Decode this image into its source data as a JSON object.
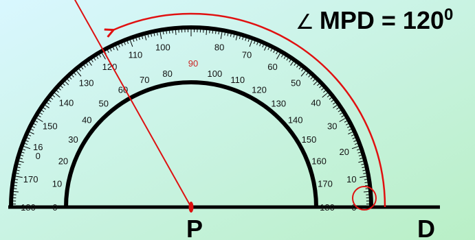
{
  "equation": {
    "angle_symbol": "∠",
    "text": "MPD = 120",
    "superscript": "0"
  },
  "points": {
    "vertex": "P",
    "ray_end": "D"
  },
  "outer_scale": {
    "cw_labels": [
      "180",
      "170",
      "16\n0",
      "150",
      "140",
      "130",
      "120",
      "110",
      "100"
    ],
    "ccw_labels": [
      "0",
      "10",
      "20",
      "30",
      "40",
      "50",
      "60",
      "70",
      "80"
    ]
  },
  "inner_scale": {
    "center_label": "90",
    "cw_labels": [
      "0",
      "10",
      "20",
      "30",
      "40",
      "50",
      "60",
      "70",
      "80"
    ],
    "ccw_labels": [
      "180",
      "170",
      "160",
      "150",
      "140",
      "130",
      "120",
      "110",
      "100"
    ]
  },
  "colors": {
    "ray": "#dd1111",
    "arc": "#e01010",
    "protractor": "#000000",
    "label_text": "#111111",
    "center_label": "#cc2222",
    "background_start": "#d9f7ff",
    "background_end": "#b9efc6"
  },
  "angle_value": 120
}
